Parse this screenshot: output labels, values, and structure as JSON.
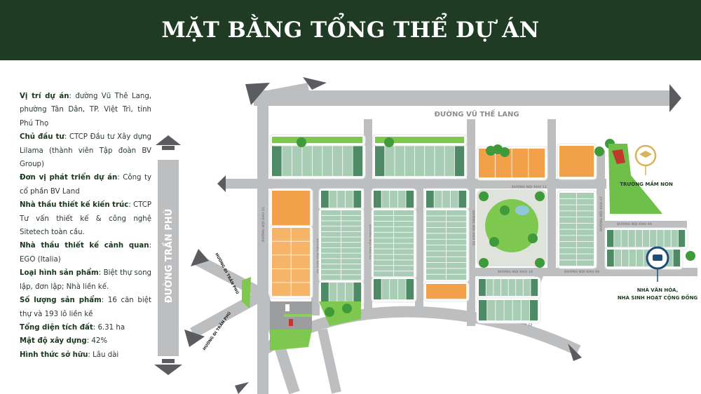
{
  "header": {
    "title": "MẶT BẰNG TỔNG THỂ DỰ ÁN"
  },
  "info": [
    {
      "label": "Vị trí dự án",
      "value": "đường Vũ Thê Lang, phường Tân Dân, TP. Việt Trì, tỉnh Phú Thọ"
    },
    {
      "label": "Chủ đầu tư",
      "value": "CTCP Đầu tư Xây dựng Lilama (thành viên Tập đoàn BV Group)"
    },
    {
      "label": "Đơn vị phát triển dự án",
      "value": "Công ty cổ phần BV Land"
    },
    {
      "label": "Nhà thầu thiết kế kiến trúc",
      "value": "CTCP Tư vấn thiết kế & công nghệ Sitetech toàn cầu."
    },
    {
      "label": "Nhà thầu thiết kế cảnh quan",
      "value": "EGO (Italia)"
    },
    {
      "label": "Loại hình sản phẩm",
      "value": "Biệt thự song lập, đơn lập; Nhà liền kế."
    },
    {
      "label": "Số lượng sản phẩm",
      "value": "16 căn biệt thự và 193 lô liền kề"
    },
    {
      "label": "Tổng diện tích đất",
      "value": "6.31 ha"
    },
    {
      "label": "Mật độ xây dựng",
      "value": "42%"
    },
    {
      "label": "Hình thức sở hữu",
      "value": "Lâu dài"
    }
  ],
  "map": {
    "roads": {
      "vu_the_lang": "ĐƯỜNG VŨ THẾ LANG",
      "tran_phu": "ĐƯỜNG TRẦN PHÚ",
      "huong_tran_phu_1": "HƯỚNG ĐI TRẦN PHÚ",
      "huong_tran_phu_2": "HƯỚNG ĐI TRẦN PHÚ",
      "noi_khu_11": "ĐƯỜNG NỘI KHU 11",
      "noi_khu_10": "ĐƯỜNG NỘI KHU 10",
      "noi_khu_12": "ĐƯỜNG NỘI KHU 12",
      "noi_khu_09": "ĐƯỜNG NỘI KHU 09",
      "noi_khu_08": "ĐƯỜNG NỘI KHU 08",
      "noi_khu_07": "ĐƯỜNG NỘI KHU 07",
      "noi_khu_01": "ĐƯỜNG NỘI KHU 01",
      "noi_khu_02": "ĐƯỜNG NỘI KHU 02",
      "noi_khu_03": "ĐƯỜNG NỘI KHU 03",
      "noi_khu_05": "ĐƯỜNG NỘI KHU 05"
    },
    "pois": {
      "kindergarten": "TRƯỜNG MẦM NON",
      "culture_house_1": "NHÀ VĂN HÓA,",
      "culture_house_2": "NHÀ SINH HOẠT CỘNG ĐỒNG"
    },
    "colors": {
      "road": "#bdbec0",
      "lot": "#a9cdb4",
      "lot_dark": "#4f8a66",
      "villa": "#f2a04a",
      "park": "#7ec850",
      "header": "#1f3b24"
    }
  }
}
